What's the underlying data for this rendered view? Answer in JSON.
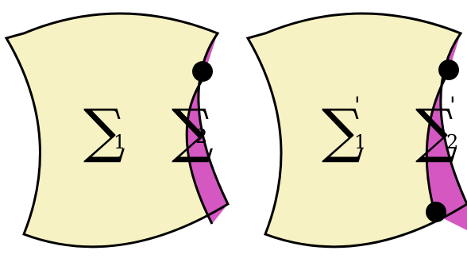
{
  "diagram": {
    "colors": {
      "surface_fill": "#f7f2c3",
      "strip_fill": "#d457c2",
      "outline": "#000000",
      "point": "#000000"
    },
    "left_panel": {
      "sigma_symbol": "∑",
      "region_1_subscript": "1",
      "region_2_subscript": "2",
      "prime_mark": ""
    },
    "right_panel": {
      "sigma_symbol": "∑",
      "region_1_subscript": "1",
      "region_2_subscript": "2",
      "prime_mark": "'"
    }
  }
}
